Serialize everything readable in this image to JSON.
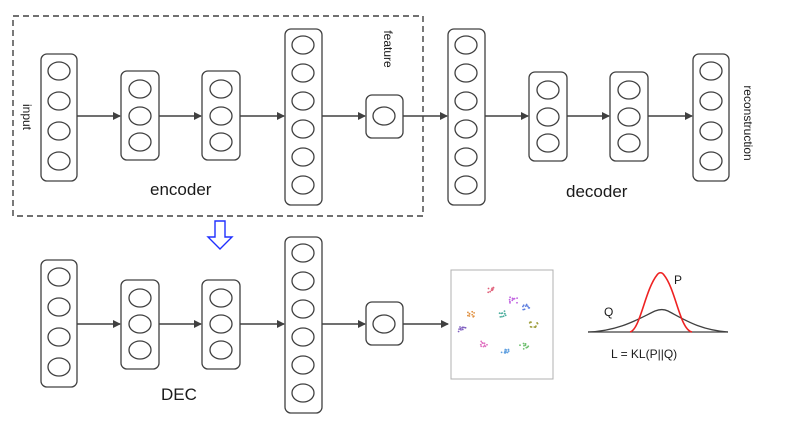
{
  "labels": {
    "input": "input",
    "feature": "feature",
    "reconstruction": "reconstruction",
    "encoder": "encoder",
    "decoder": "decoder",
    "dec": "DEC",
    "p": "P",
    "q": "Q",
    "loss": "L = KL(P||Q)"
  },
  "colors": {
    "stroke": "#404040",
    "dashed_box": "#404040",
    "down_arrow": "#2030ff",
    "p_curve": "#ee2222",
    "q_curve": "#404040"
  },
  "icons": {
    "transfer_arrow": "hollow-down-arrow-icon"
  },
  "autoencoder": {
    "layer_node_counts": [
      4,
      3,
      3,
      6,
      1,
      6,
      3,
      3,
      4
    ]
  },
  "dec_network": {
    "layer_node_counts": [
      4,
      3,
      3,
      6,
      1
    ]
  },
  "cluster_colors": [
    "#e0607a",
    "#c060e0",
    "#6080e0",
    "#e09040",
    "#50b0a0",
    "#a0a040",
    "#8060c0",
    "#e070c0",
    "#60a0e0",
    "#70c070"
  ]
}
